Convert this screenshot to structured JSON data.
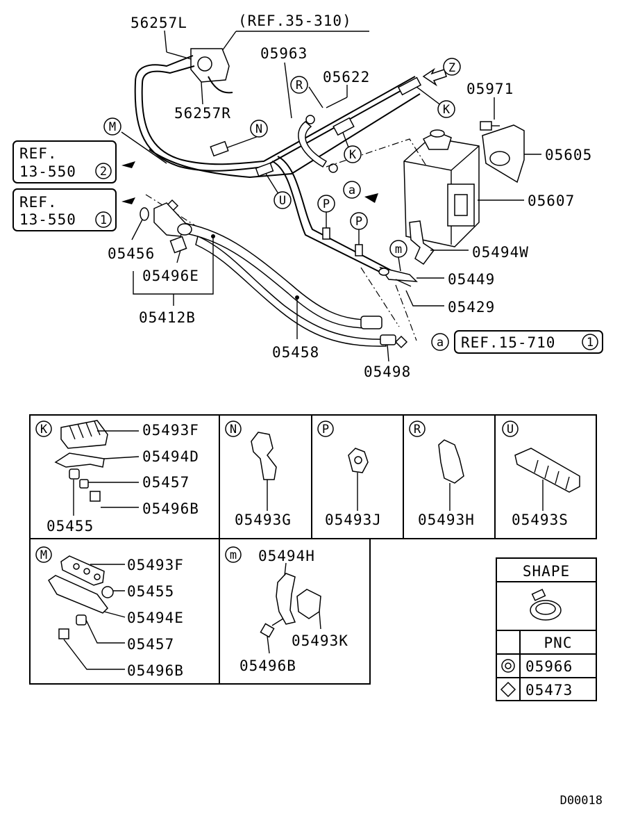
{
  "main": {
    "labels": {
      "l56257L": "56257L",
      "ref35": "(REF.35-310)",
      "l05963": "05963",
      "l05622": "05622",
      "l56257R": "56257R",
      "l05971": "05971",
      "l05605": "05605",
      "l05607": "05607",
      "l05494W": "05494W",
      "l05449": "05449",
      "l05429": "05429",
      "l05456": "05456",
      "l05496E": "05496E",
      "l05412B": "05412B",
      "l05458": "05458",
      "l05498": "05498"
    },
    "ref_boxes": {
      "ref2_line1": "REF.",
      "ref2_line2": "13-550",
      "ref2_num": "2",
      "ref1_line1": "REF.",
      "ref1_line2": "13-550",
      "ref1_num": "1",
      "ref15_text": "REF.15-710",
      "ref15_num": "1",
      "ref15_key": "a"
    },
    "callouts": {
      "Z": "Z",
      "M": "M",
      "N": "N",
      "R": "R",
      "K1": "K",
      "K2": "K",
      "U": "U",
      "a": "a",
      "P1": "P",
      "P2": "P",
      "m": "m"
    }
  },
  "details": {
    "K": {
      "key": "K",
      "labels": [
        "05493F",
        "05494D",
        "05457",
        "05496B",
        "05455"
      ]
    },
    "N": {
      "key": "N",
      "label": "05493G"
    },
    "P": {
      "key": "P",
      "label": "05493J"
    },
    "R": {
      "key": "R",
      "label": "05493H"
    },
    "U": {
      "key": "U",
      "label": "05493S"
    },
    "M": {
      "key": "M",
      "labels": [
        "05493F",
        "05455",
        "05494E",
        "05457",
        "05496B"
      ]
    },
    "m": {
      "key": "m",
      "labels": [
        "05494H",
        "05493K",
        "05496B"
      ]
    }
  },
  "legend": {
    "shape_header": "SHAPE",
    "pnc_header": "PNC",
    "rows": [
      {
        "symbol": "double-circle",
        "pnc": "05966"
      },
      {
        "symbol": "diamond",
        "pnc": "05473"
      }
    ]
  },
  "footer": {
    "code": "D00018"
  }
}
